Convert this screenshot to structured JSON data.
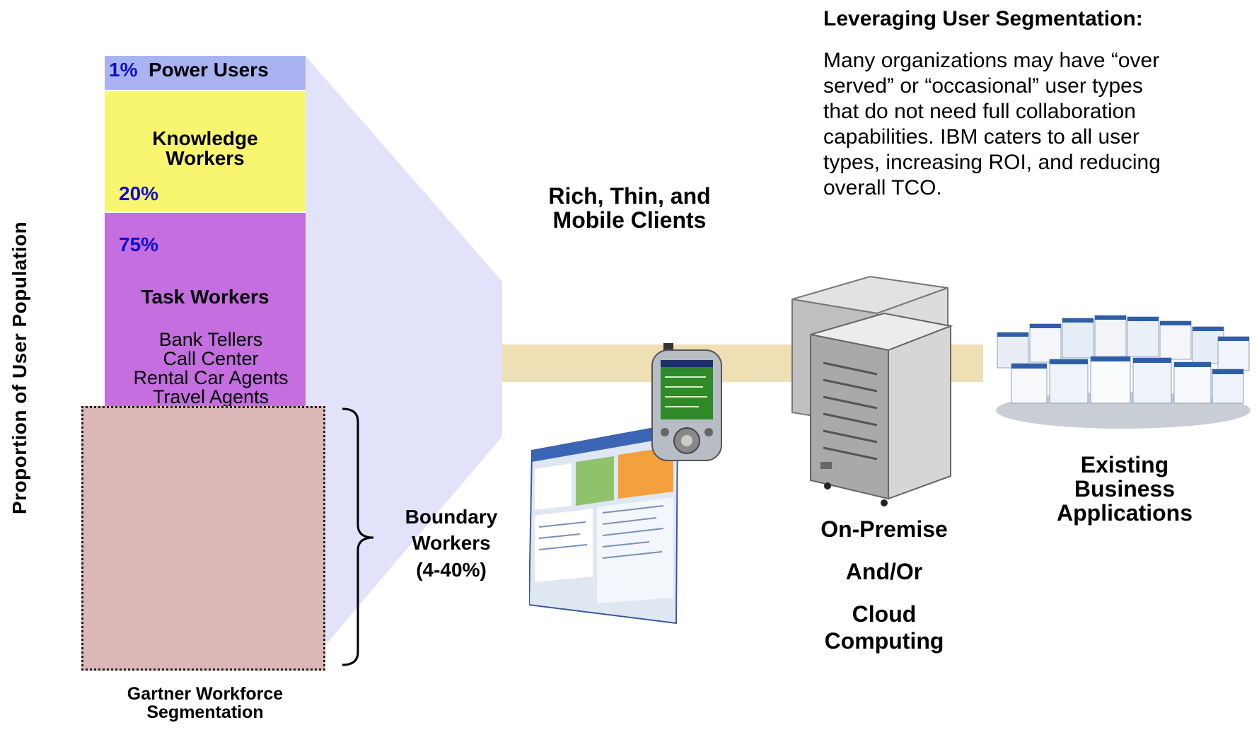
{
  "axis": {
    "y_label": "Proportion of User Population"
  },
  "segments": {
    "power": {
      "pct": "1%",
      "label": "Power Users"
    },
    "knowledge": {
      "label_line1": "Knowledge",
      "label_line2": "Workers",
      "pct": "20%"
    },
    "task": {
      "pct": "75%",
      "label": "Task Workers",
      "examples": [
        "Bank Tellers",
        "Call Center",
        "Rental Car Agents",
        "Travel Agents"
      ]
    }
  },
  "boundary": {
    "line1": "Boundary",
    "line2": "Workers",
    "line3": "(4-40%)"
  },
  "caption": {
    "line1": "Gartner Workforce",
    "line2": "Segmentation"
  },
  "clients": {
    "line1": "Rich, Thin, and",
    "line2": "Mobile Clients"
  },
  "servers": {
    "line1": "On-Premise",
    "line2": "And/Or",
    "line3": "Cloud",
    "line4": "Computing"
  },
  "apps": {
    "line1": "Existing",
    "line2": "Business",
    "line3": "Applications"
  },
  "sidebar": {
    "heading": "Leveraging User Segmentation:",
    "paragraph_lines": [
      "Many organizations may have “over",
      "served” or “occasional” user types",
      "that do not need full collaboration",
      "capabilities. IBM caters to all user",
      "types, increasing ROI, and reducing",
      "overall TCO."
    ]
  },
  "colors": {
    "power": "#a9b3f2",
    "knowledge": "#f8f66e",
    "task": "#c46ee0",
    "boundary": "#dbb8b6",
    "wedge": "#e2e2fb",
    "band": "#eedfb4",
    "percent_text": "#1010c8"
  }
}
